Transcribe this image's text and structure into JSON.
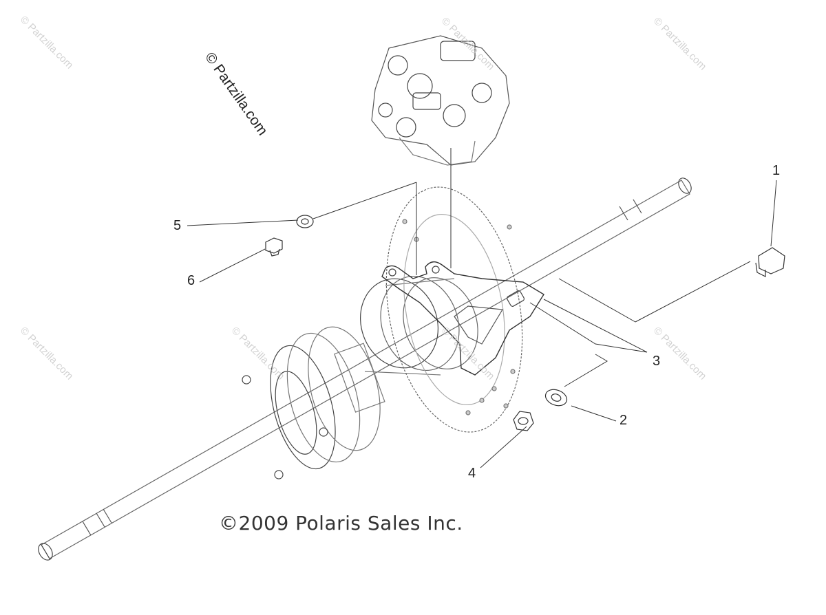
{
  "callouts": [
    {
      "id": "1",
      "label": "1"
    },
    {
      "id": "2",
      "label": "2"
    },
    {
      "id": "3",
      "label": "3"
    },
    {
      "id": "4",
      "label": "4"
    },
    {
      "id": "5",
      "label": "5"
    },
    {
      "id": "6",
      "label": "6"
    }
  ],
  "copyright_text": "©2009 Polaris Sales Inc.",
  "partzilla_text": "© Partzilla.com",
  "watermark_text": "© Partzilla.com",
  "colors": {
    "line": "#333333",
    "faint": "#9a9a9a",
    "watermark": "#c8c8c8"
  }
}
